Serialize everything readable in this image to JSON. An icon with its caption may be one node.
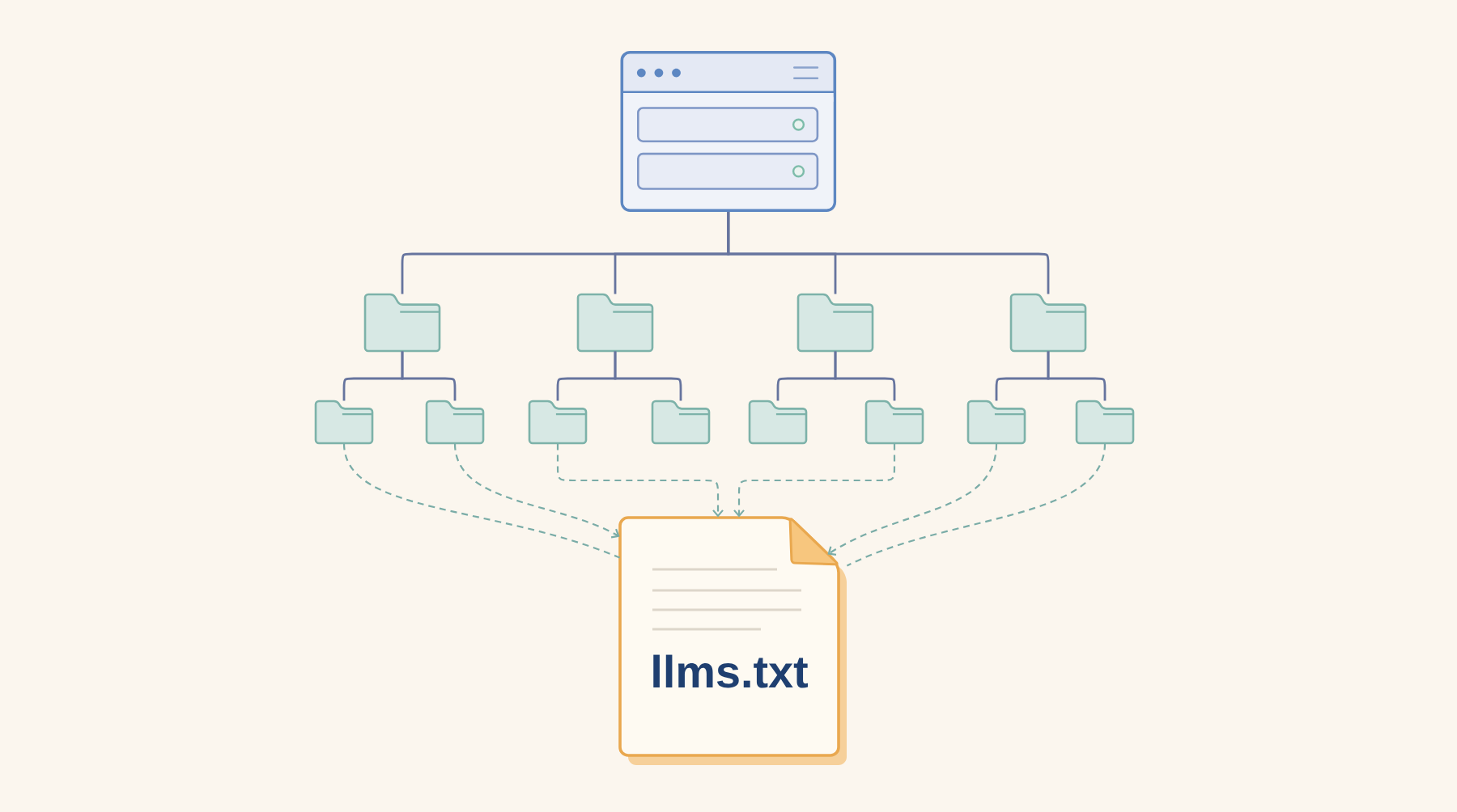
{
  "diagram": {
    "nodes": [
      {
        "text": [],
        "shape": "window"
      },
      {
        "text": [],
        "shape": "folder"
      },
      {
        "text": [],
        "shape": "folder"
      },
      {
        "text": [],
        "shape": "folder"
      },
      {
        "text": [],
        "shape": "folder"
      },
      {
        "text": [],
        "shape": "folder"
      },
      {
        "text": [],
        "shape": "folder"
      },
      {
        "text": [],
        "shape": "folder"
      },
      {
        "text": [],
        "shape": "folder"
      },
      {
        "text": [],
        "shape": "folder"
      },
      {
        "text": [],
        "shape": "folder"
      },
      {
        "text": [],
        "shape": "folder"
      },
      {
        "text": [],
        "shape": "folder"
      },
      {
        "text": [
          "llms.txt"
        ]
      }
    ],
    "edges": [
      {
        "from": 0,
        "to": 1,
        "arrow": "none"
      },
      {
        "from": 0,
        "to": 2,
        "arrow": "none"
      },
      {
        "from": 0,
        "to": 3,
        "arrow": "none"
      },
      {
        "from": 0,
        "to": 4,
        "arrow": "none"
      },
      {
        "from": 1,
        "to": 5,
        "arrow": "none"
      },
      {
        "from": 1,
        "to": 6,
        "arrow": "none"
      },
      {
        "from": 2,
        "to": 7,
        "arrow": "none"
      },
      {
        "from": 2,
        "to": 8,
        "arrow": "none"
      },
      {
        "from": 3,
        "to": 9,
        "arrow": "none"
      },
      {
        "from": 3,
        "to": 10,
        "arrow": "none"
      },
      {
        "from": 4,
        "to": 11,
        "arrow": "none"
      },
      {
        "from": 4,
        "to": 12,
        "arrow": "none"
      },
      {
        "from": 5,
        "to": 13,
        "arrow": "none",
        "style": "dashed",
        "color": "#7aaca7"
      },
      {
        "from": 6,
        "to": 13,
        "arrow": "to",
        "style": "dashed",
        "color": "#7aaca7"
      },
      {
        "from": 7,
        "to": 13,
        "arrow": "to",
        "style": "dashed",
        "color": "#7aaca7"
      },
      {
        "from": 10,
        "to": 13,
        "arrow": "to",
        "style": "dashed",
        "color": "#7aaca7"
      },
      {
        "from": 11,
        "to": 13,
        "arrow": "to",
        "style": "dashed",
        "color": "#7aaca7"
      },
      {
        "from": 12,
        "to": 13,
        "arrow": "none",
        "style": "dashed",
        "color": "#7aaca7"
      }
    ]
  }
}
